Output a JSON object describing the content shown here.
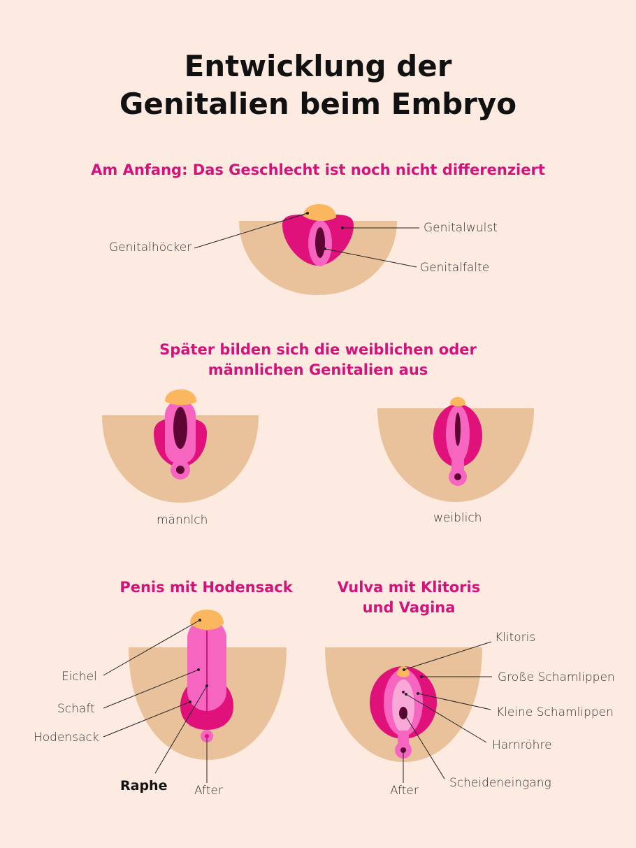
{
  "title": {
    "line1": "Entwicklung der",
    "line2": "Genitalien beim Embryo"
  },
  "stage1": {
    "heading": "Am Anfang: Das Geschlecht ist noch nicht differenziert",
    "labels": {
      "genitalhoecker": "Genitalhöcker",
      "genitalwulst": "Genitalwulst",
      "genitalfalte": "Genitalfalte"
    }
  },
  "stage2": {
    "heading_line1": "Später bilden sich die weiblichen oder",
    "heading_line2": "männlichen Genitalien aus",
    "male_caption": "männlch",
    "female_caption": "weiblich"
  },
  "stage3": {
    "male": {
      "heading": "Penis mit Hodensack",
      "labels": {
        "eichel": "Eichel",
        "schaft": "Schaft",
        "hodensack": "Hodensack",
        "raphe": "Raphe",
        "after": "After"
      }
    },
    "female": {
      "heading_line1": "Vulva mit Klitoris",
      "heading_line2": "und Vagina",
      "labels": {
        "klitoris": "Klitoris",
        "grosse": "Große Schamlippen",
        "kleine": "Kleine Schamlippen",
        "harnroehre": "Harnröhre",
        "scheide": "Scheideneingang",
        "after": "After"
      }
    }
  },
  "colors": {
    "background": "#fdeae1",
    "skin": "#e9c29c",
    "magenta": "#e0117b",
    "pink": "#f666c0",
    "light_pink": "#f9a9d8",
    "dark": "#5e0633",
    "tip": "#fbb660",
    "heading": "#d4137a"
  }
}
